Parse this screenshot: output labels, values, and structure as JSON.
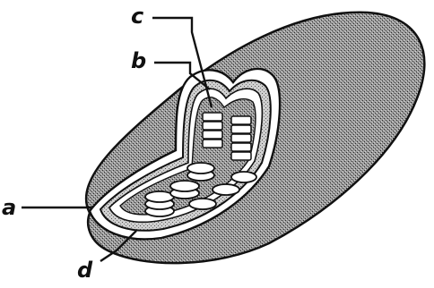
{
  "diagram": {
    "labels": {
      "a": "a",
      "b": "b",
      "c": "c",
      "d": "d"
    }
  },
  "colors": {
    "ink": "#111111",
    "shading": "#8e8e8e",
    "paper": "#ffffff"
  }
}
